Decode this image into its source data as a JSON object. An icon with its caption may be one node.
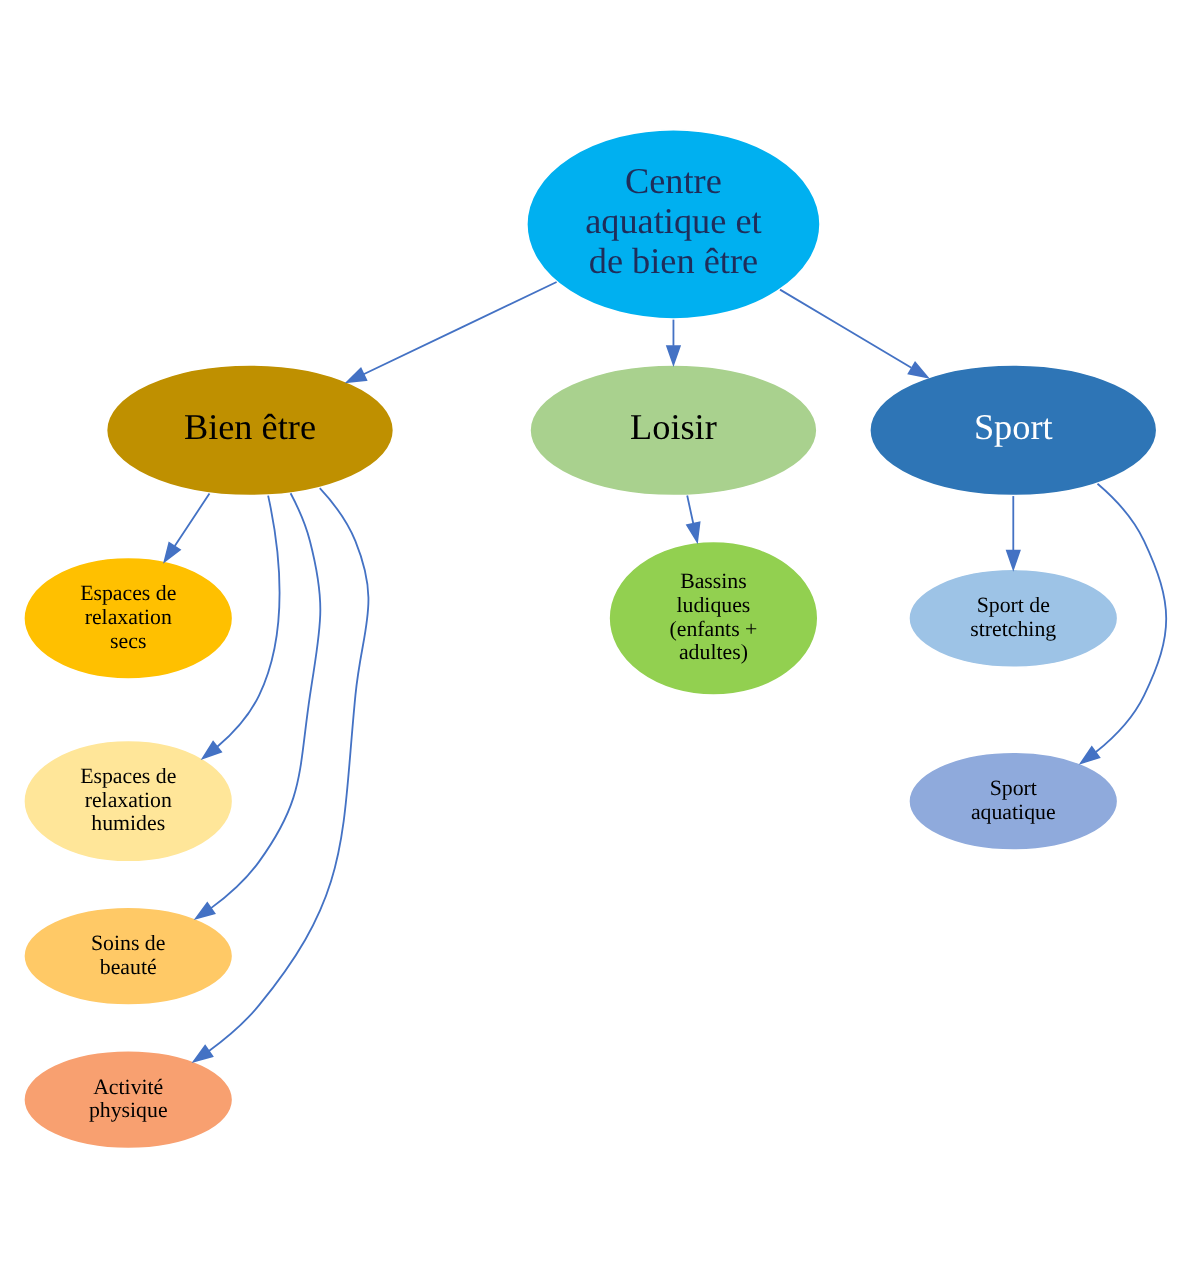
{
  "diagram": {
    "nodes": [
      {
        "text": [
          "Centre aquatique et de bien être"
        ]
      },
      {
        "text": [
          "Bien être"
        ]
      },
      {
        "text": [
          "Loisir"
        ]
      },
      {
        "text": [
          "Sport"
        ]
      },
      {
        "text": [
          "Espaces de relaxation secs"
        ]
      },
      {
        "text": [
          "Espaces de relaxation humides"
        ]
      },
      {
        "text": [
          "Soins de beauté"
        ]
      },
      {
        "text": [
          "Activité physique"
        ]
      },
      {
        "text": [
          "Bassins ludiques (enfants + adultes)"
        ]
      },
      {
        "text": [
          "Sport de stretching"
        ]
      },
      {
        "text": [
          "Sport aquatique"
        ]
      }
    ],
    "edges": [
      {
        "from": 0,
        "to": 1,
        "arrow": "to"
      },
      {
        "from": 0,
        "to": 2,
        "arrow": "to"
      },
      {
        "from": 0,
        "to": 3,
        "arrow": "to"
      },
      {
        "from": 1,
        "to": 4,
        "arrow": "to"
      },
      {
        "from": 1,
        "to": 5,
        "arrow": "to"
      },
      {
        "from": 1,
        "to": 6,
        "arrow": "to"
      },
      {
        "from": 1,
        "to": 7,
        "arrow": "to"
      },
      {
        "from": 2,
        "to": 8,
        "arrow": "to"
      },
      {
        "from": 3,
        "to": 9,
        "arrow": "to"
      },
      {
        "from": 3,
        "to": 10,
        "arrow": "to"
      }
    ]
  }
}
